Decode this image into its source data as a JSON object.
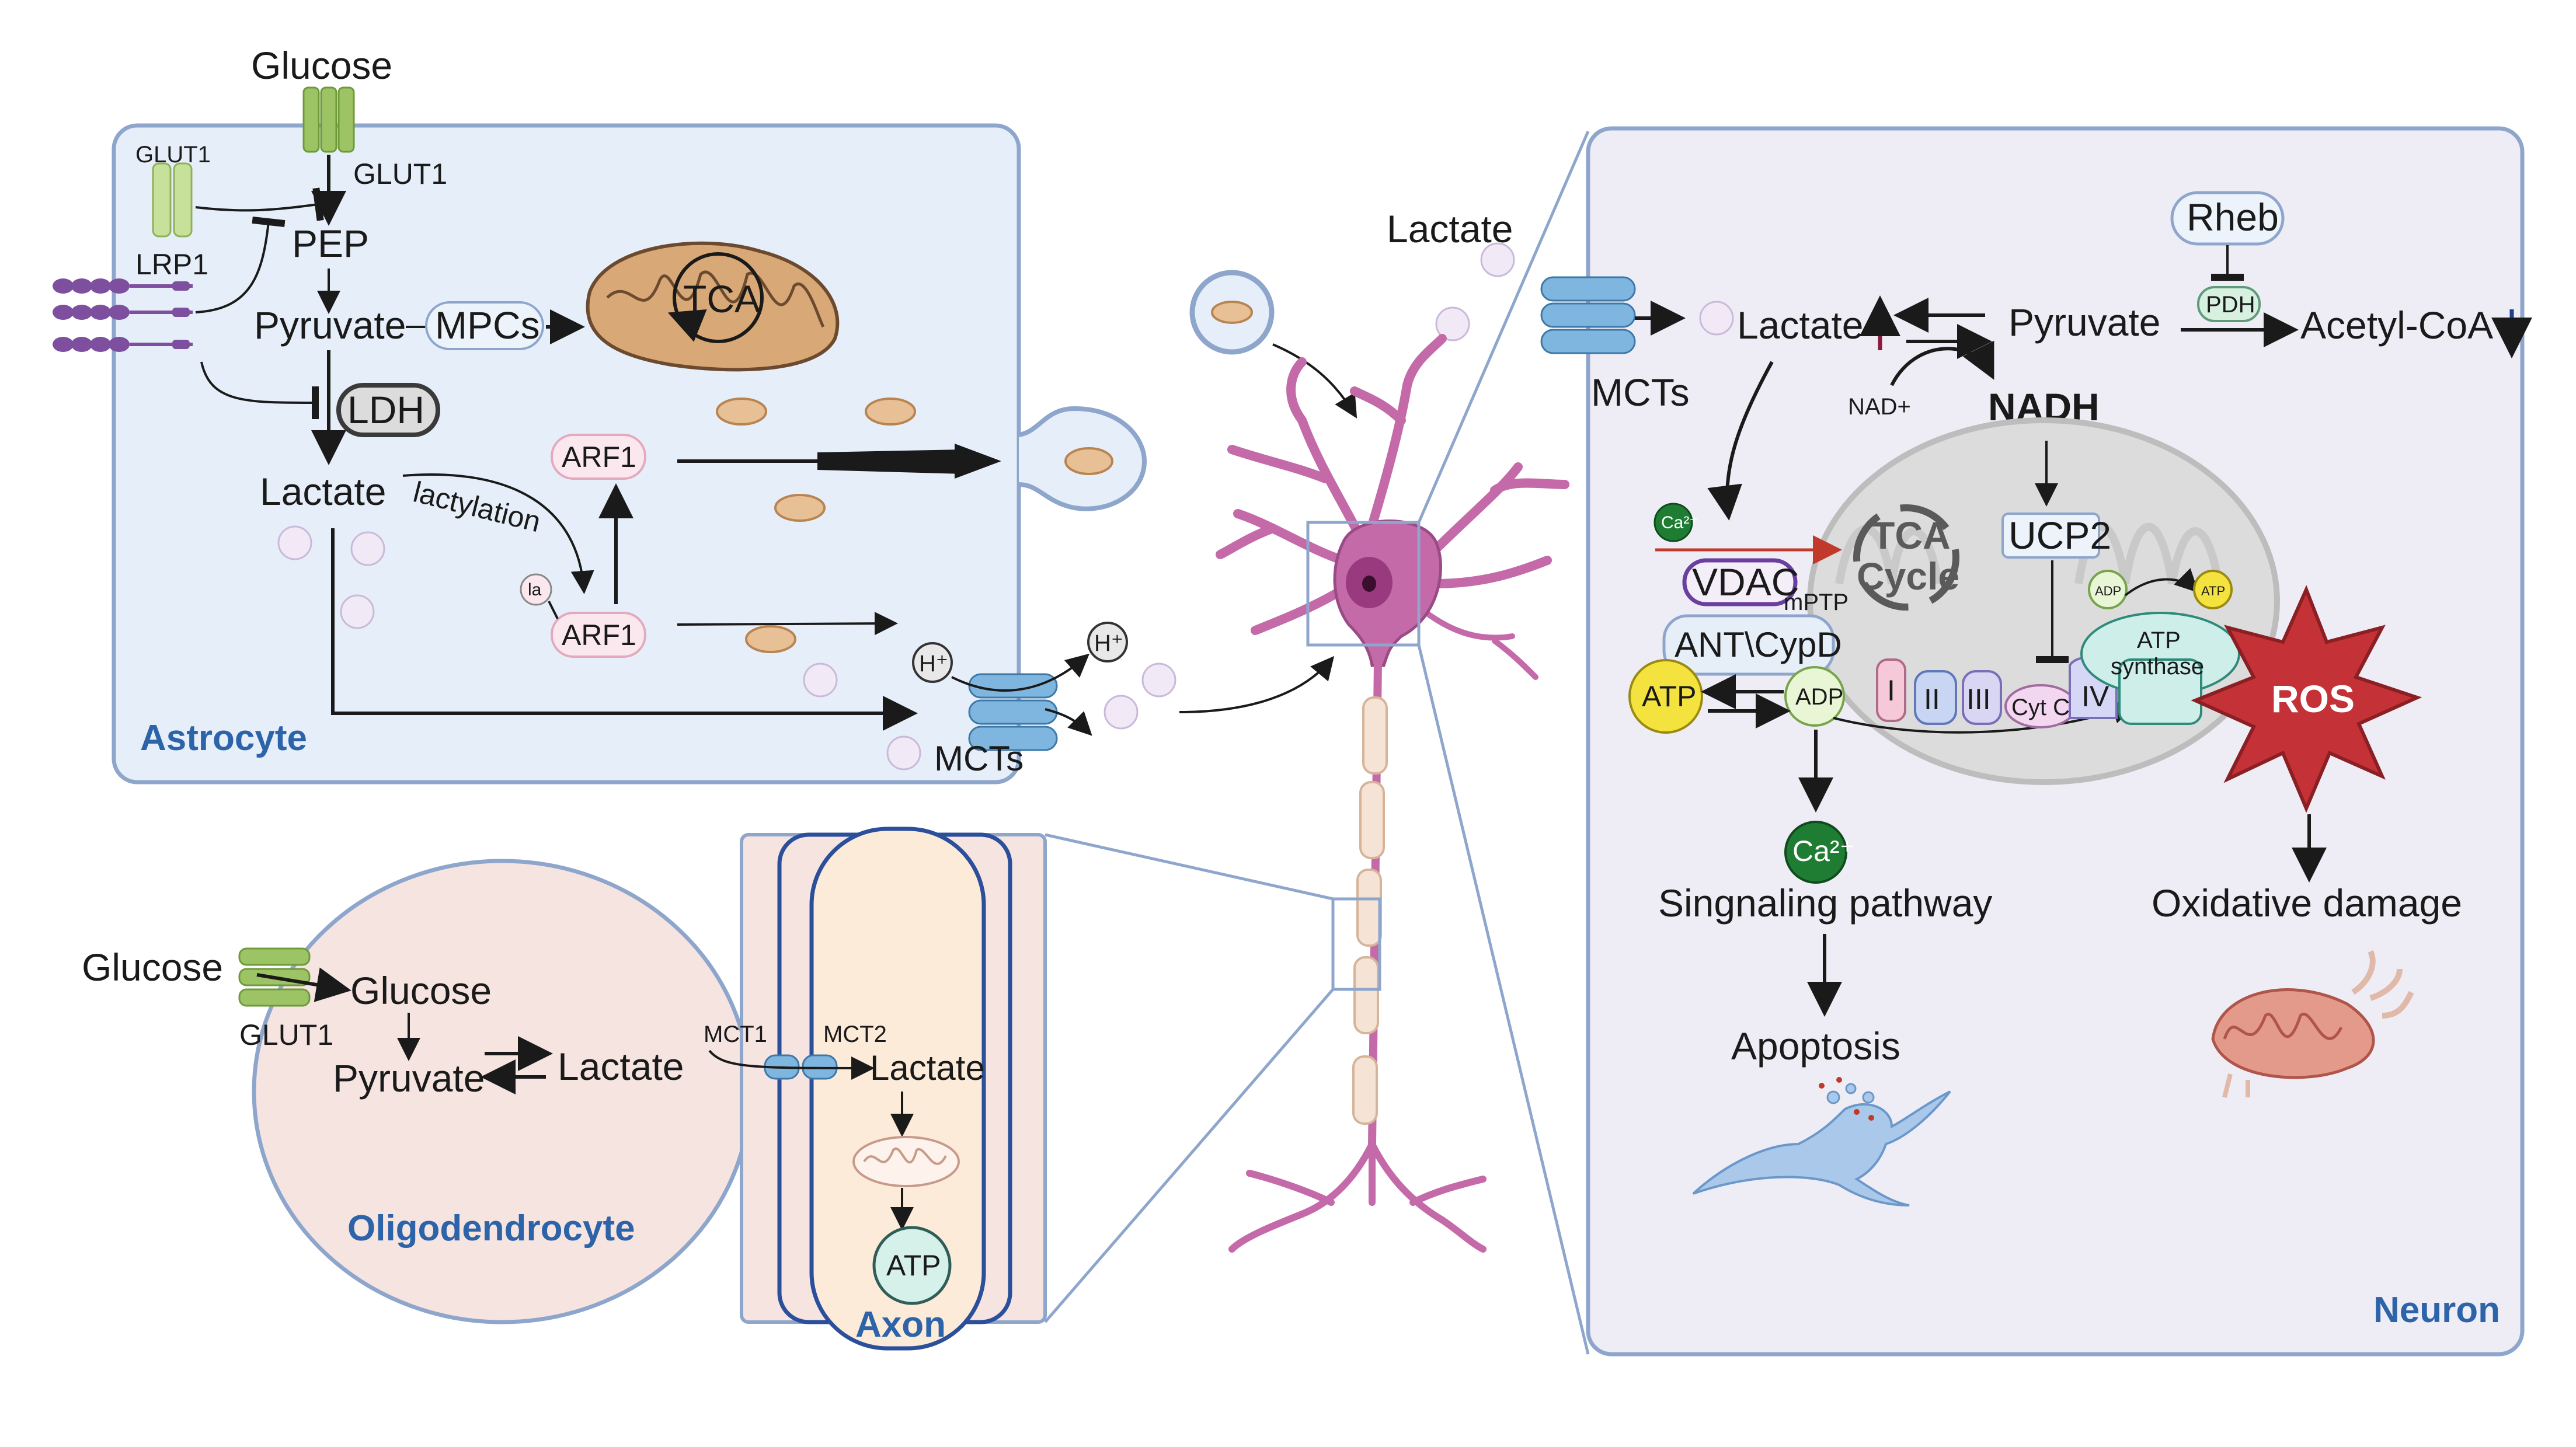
{
  "astrocyte": {
    "label": "Astrocyte",
    "glucose": "Glucose",
    "glut1_top": "GLUT1",
    "glut1_side": "GLUT1",
    "lrp1": "LRP1",
    "pep": "PEP",
    "pyruvate": "Pyruvate",
    "mpcs": "MPCs",
    "tca": "TCA",
    "ldh": "LDH",
    "lactate": "Lactate",
    "lactylation": "lactylation",
    "arf1_top": "ARF1",
    "arf1_bottom": "ARF1",
    "la": "la",
    "h_plus_a": "H⁺",
    "h_plus_b": "H⁺",
    "mcts": "MCTs"
  },
  "oligodendrocyte": {
    "label": "Oligodendrocyte",
    "glucose_outside": "Glucose",
    "glut1": "GLUT1",
    "glucose_inside": "Glucose",
    "pyruvate": "Pyruvate",
    "lactate": "Lactate"
  },
  "axon": {
    "label": "Axon",
    "mct1": "MCT1",
    "mct2": "MCT2",
    "lactate": "Lactate",
    "atp": "ATP"
  },
  "center": {
    "lactate": "Lactate"
  },
  "neuron": {
    "label": "Neuron",
    "mcts": "MCTs",
    "lactate": "Lactate",
    "pyruvate": "Pyruvate",
    "rheb": "Rheb",
    "pdh": "PDH",
    "acetyl_coa": "Acetyl-CoA",
    "nad_plus": "NAD+",
    "nadh": "NADH",
    "ca_small": "Ca²⁺",
    "vdac": "VDAC",
    "mptp": "mPTP",
    "tca_line1": "TCA",
    "tca_line2": "Cycle",
    "ucp2": "UCP2",
    "adp_small": "ADP",
    "atp_small": "ATP",
    "ant_cypd": "ANT\\CypD",
    "atp": "ATP",
    "adp": "ADP",
    "complex_i": "I",
    "complex_ii": "II",
    "complex_iii": "III",
    "cyt_c": "Cyt C",
    "complex_iv": "IV",
    "atp_synthase_1": "ATP",
    "atp_synthase_2": "synthase",
    "ros": "ROS",
    "ca_big": "Ca²⁺",
    "signaling": "Singnaling pathway",
    "apoptosis": "Apoptosis",
    "oxidative": "Oxidative damage"
  },
  "colors": {
    "astro_fill": "#e6eff9",
    "panel_border": "#8ea6cc",
    "neuron_fill": "#eeedf6",
    "oligo_fill": "#f6e4e1",
    "axon_fill": "#fdebd9",
    "neuron_body": "#c46aa9",
    "mito_fill": "#e0b98e",
    "label_blue": "#2d63a8",
    "ros_red": "#c43237"
  }
}
